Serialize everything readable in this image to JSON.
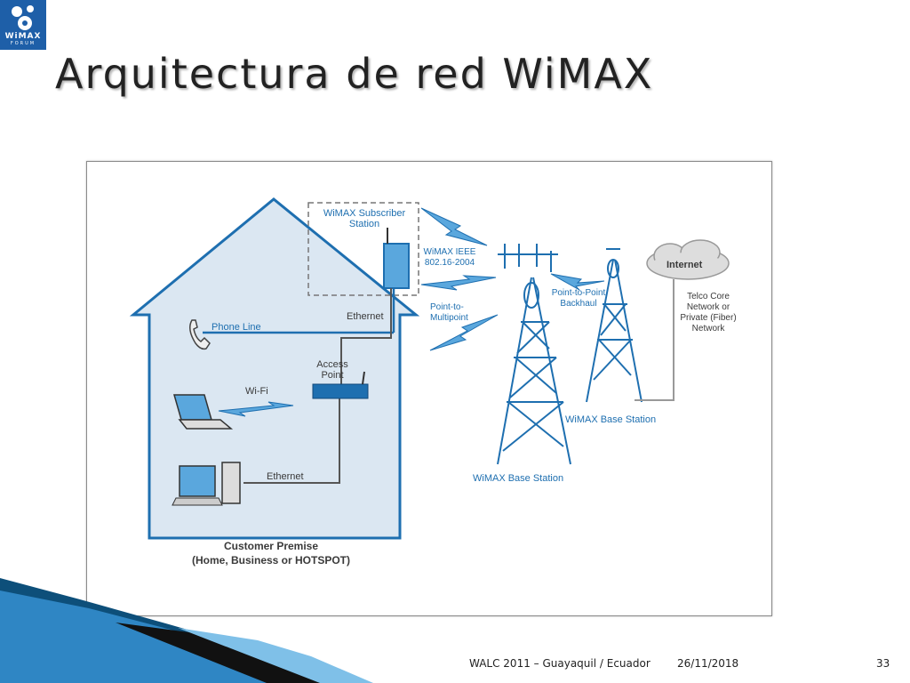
{
  "logo": {
    "brand": "WiMAX",
    "sub": "FORUM"
  },
  "slide": {
    "title": "Arquitectura de red WiMAX"
  },
  "diagram": {
    "subscriber_station": [
      "WiMAX Subscriber",
      "Station"
    ],
    "wimax_ieee": [
      "WiMAX IEEE",
      "802.16-2004"
    ],
    "point_to_multipoint": [
      "Point-to-",
      "Multipoint"
    ],
    "point_to_point": [
      "Point-to-Point",
      "Backhaul"
    ],
    "internet": "Internet",
    "telco": [
      "Telco Core",
      "Network or",
      "Private (Fiber)",
      "Network"
    ],
    "phone_line": "Phone Line",
    "ethernet_top": "Ethernet",
    "access_point": [
      "Access",
      "Point"
    ],
    "wifi": "Wi-Fi",
    "ethernet_bottom": "Ethernet",
    "base_station_left": "WiMAX Base Station",
    "base_station_right": "WiMAX Base Station",
    "customer_premise": [
      "Customer Premise",
      "(Home, Business or HOTSPOT)"
    ]
  },
  "footer": {
    "event": "WALC 2011 – Guayaquil / Ecuador",
    "date": "26/11/2018",
    "page": "33"
  },
  "colors": {
    "blue": "#1e6fb0",
    "house_fill": "#dbe7f2",
    "title": "#222222"
  }
}
